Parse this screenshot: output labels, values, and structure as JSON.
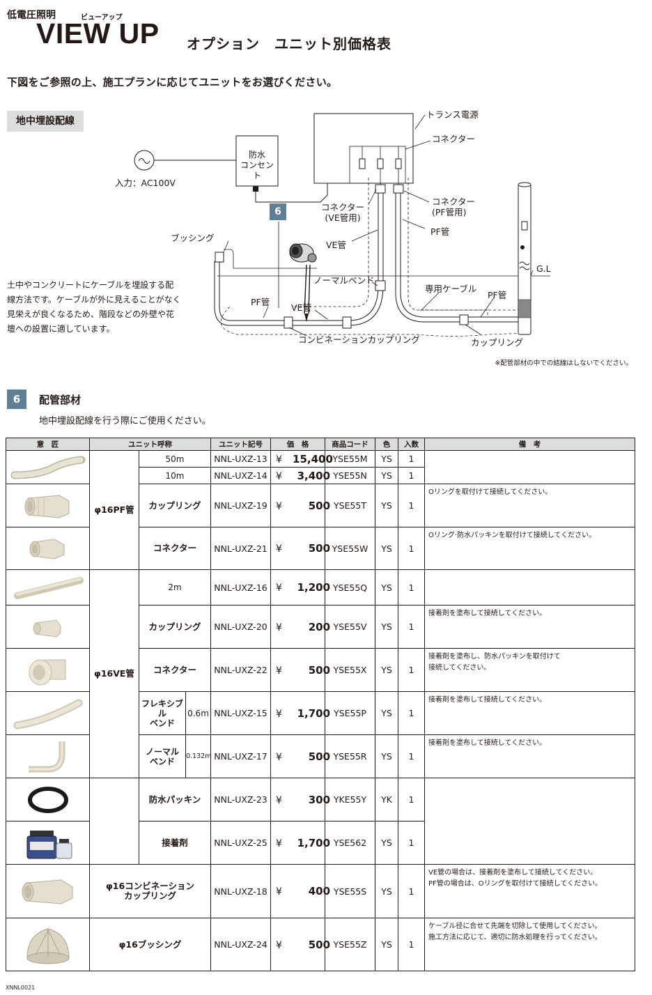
{
  "header": {
    "category": "低電圧照明",
    "series_kana": "ビューアップ",
    "series_title": "VIEW UP",
    "page_subtitle": "オプション　ユニット別価格表"
  },
  "intro": "下図をご参照の上、施工プランに応じてユニットをお選びください。",
  "diagram": {
    "heading": "地中埋設配線",
    "description": "土中やコンクリートにケーブルを埋設する配線方法です。ケーブルが外に見えることがなく見栄えが良くなるため、階段などの外壁や花壇への設置に適しています。",
    "labels": {
      "input": "入力：AC100V",
      "outlet": "防水\nコンセント",
      "transformer": "トランス電源",
      "connector_top": "コネクター",
      "connector_pf": "コネクター\n(PF管用)",
      "connector_ve": "コネクター\n(VE管用)",
      "badge": "6",
      "bushing": "ブッシング",
      "ve_pipe_right": "VE管",
      "pf_pipe_right": "PF管",
      "normal_bend": "ノーマルベンド",
      "dedicated_cable": "専用ケーブル",
      "pf_pipe_far": "PF管",
      "pf_pipe_left": "PF管",
      "ve_pipe_left": "VE管",
      "combination_coupling": "コンビネーションカップリング",
      "coupling": "カップリング",
      "gl": "G.L"
    },
    "note": "※配管部材の中での結線はしないでください。"
  },
  "section": {
    "number": "6",
    "title": "配管部材",
    "description": "地中埋設配線を行う際にご使用ください。"
  },
  "table": {
    "headers": [
      "意　匠",
      "ユニット呼称",
      "ユニット記号",
      "価　格",
      "商品コード",
      "色",
      "入数",
      "備　考"
    ],
    "groups": {
      "pf": "φ16PF管",
      "ve": "φ16VE管",
      "combination": "φ16コンビネーション\nカップリング",
      "bushing": "φ16ブッシング"
    },
    "rows": [
      {
        "name": "50m",
        "code": "NNL-UXZ-13",
        "yen": "¥",
        "price": "15,400",
        "product": "YSE55M",
        "color": "YS",
        "qty": "1",
        "note": ""
      },
      {
        "name": "10m",
        "code": "NNL-UXZ-14",
        "yen": "¥",
        "price": "3,400",
        "product": "YSE55N",
        "color": "YS",
        "qty": "1",
        "note": ""
      },
      {
        "name": "カップリング",
        "code": "NNL-UXZ-19",
        "yen": "¥",
        "price": "500",
        "product": "YSE55T",
        "color": "YS",
        "qty": "1",
        "note": "Oリングを取付けて接続してください。"
      },
      {
        "name": "コネクター",
        "code": "NNL-UXZ-21",
        "yen": "¥",
        "price": "500",
        "product": "YSE55W",
        "color": "YS",
        "qty": "1",
        "note": "Oリング·防水パッキンを取付けて接続してください。"
      },
      {
        "name": "2m",
        "code": "NNL-UXZ-16",
        "yen": "¥",
        "price": "1,200",
        "product": "YSE55Q",
        "color": "YS",
        "qty": "1",
        "note": ""
      },
      {
        "name": "カップリング",
        "code": "NNL-UXZ-20",
        "yen": "¥",
        "price": "200",
        "product": "YSE55V",
        "color": "YS",
        "qty": "1",
        "note": "接着剤を塗布して接続してください。"
      },
      {
        "name": "コネクター",
        "code": "NNL-UXZ-22",
        "yen": "¥",
        "price": "500",
        "product": "YSE55X",
        "color": "YS",
        "qty": "1",
        "note": "接着剤を塗布し、防水パッキンを取付けて\n接続してください。"
      },
      {
        "name": "フレキシブル\nベンド",
        "length": "0.6m",
        "code": "NNL-UXZ-15",
        "yen": "¥",
        "price": "1,700",
        "product": "YSE55P",
        "color": "YS",
        "qty": "1",
        "note": "接着剤を塗布して接続してください。"
      },
      {
        "name": "ノーマル\nベンド",
        "length": "0.132m",
        "code": "NNL-UXZ-17",
        "yen": "¥",
        "price": "500",
        "product": "YSE55R",
        "color": "YS",
        "qty": "1",
        "note": "接着剤を塗布して接続してください。"
      },
      {
        "name": "防水パッキン",
        "code": "NNL-UXZ-23",
        "yen": "¥",
        "price": "300",
        "product": "YKE55Y",
        "color": "YK",
        "qty": "1",
        "note": ""
      },
      {
        "name": "接着剤",
        "code": "NNL-UXZ-25",
        "yen": "¥",
        "price": "1,700",
        "product": "YSE562",
        "color": "YS",
        "qty": "1",
        "note": ""
      },
      {
        "code": "NNL-UXZ-18",
        "yen": "¥",
        "price": "400",
        "product": "YSE55S",
        "color": "YS",
        "qty": "1",
        "note": "VE管の場合は、接着剤を塗布して接続してください。\nPF管の場合は、Oリングを取付けて接続してください。"
      },
      {
        "code": "NNL-UXZ-24",
        "yen": "¥",
        "price": "500",
        "product": "YSE55Z",
        "color": "YS",
        "qty": "1",
        "note": "ケーブル径に合せて先端を切除して使用してください。\n施工方法に応じて、適切に防水処理を行ってください。"
      }
    ]
  },
  "footer": {
    "doc_code": "XNNL0021"
  }
}
